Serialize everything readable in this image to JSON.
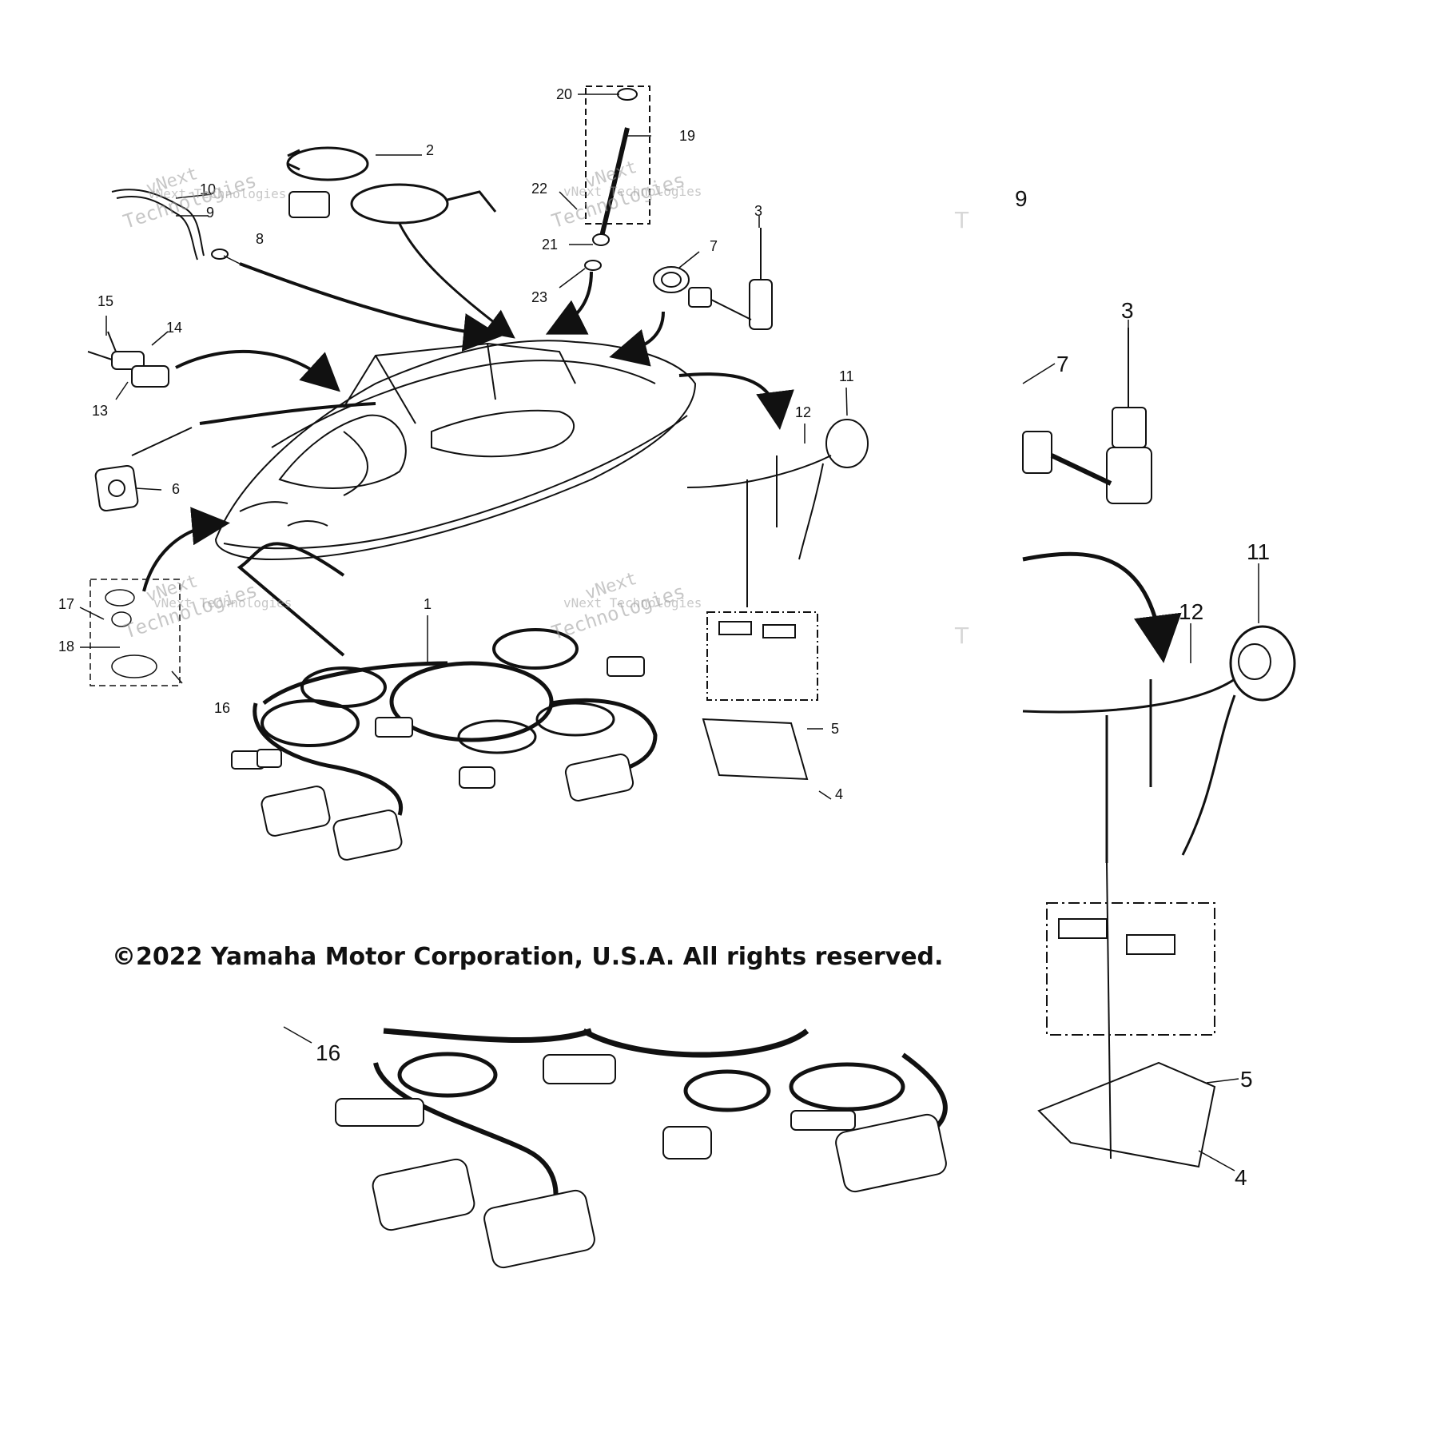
{
  "callouts": {
    "c1": "1",
    "c2": "2",
    "c3": "3",
    "c4": "4",
    "c5": "5",
    "c6": "6",
    "c7": "7",
    "c8": "8",
    "c9": "9",
    "c10": "10",
    "c11": "11",
    "c12": "12",
    "c13": "13",
    "c14": "14",
    "c15": "15",
    "c16": "16",
    "c17": "17",
    "c18": "18",
    "c19": "19",
    "c20": "20",
    "c21": "21",
    "c22": "22",
    "c23": "23"
  },
  "zoom_callouts": {
    "z3": "3",
    "z7": "7",
    "z11": "11",
    "z12": "12",
    "z5": "5",
    "z4": "4",
    "z16": "16",
    "z9": "9"
  },
  "watermark": {
    "line1": "vNext",
    "line2": "Technologies",
    "full": "vNext Technologies",
    "fragment": "T"
  },
  "copyright": "©2022 Yamaha Motor Corporation, U.S.A. All rights reserved."
}
